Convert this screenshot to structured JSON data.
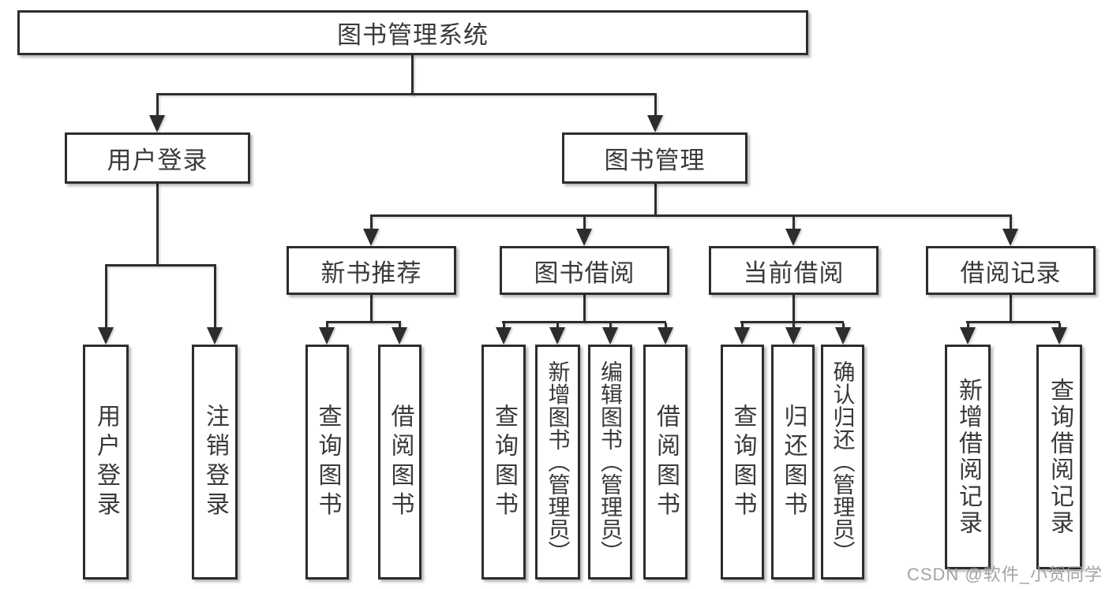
{
  "nodes": {
    "root": "图书管理系统",
    "user_login": "用户登录",
    "book_mgmt": "图书管理",
    "new_book_rec": "新书推荐",
    "book_borrow": "图书借阅",
    "current_borrow": "当前借阅",
    "borrow_record": "借阅记录",
    "login": "用户登录",
    "logout": "注销登录",
    "rec_query_book": "查询图书",
    "rec_borrow_book": "借阅图书",
    "bb_query_book": "查询图书",
    "bb_add_book": "新增图书（管理员）",
    "bb_edit_book": "编辑图书（管理员）",
    "bb_borrow_book": "借阅图书",
    "cb_query_book": "查询图书",
    "cb_return_book": "归还图书",
    "cb_confirm_return": "确认归还（管理员）",
    "br_add_record": "新增借阅记录",
    "br_query_record": "查询借阅记录"
  },
  "watermark": "CSDN @软件_小贺同学",
  "colors": {
    "line": "#2d2d2d",
    "text": "#3a3a3a",
    "watermark": "#969696",
    "background": "#ffffff"
  }
}
